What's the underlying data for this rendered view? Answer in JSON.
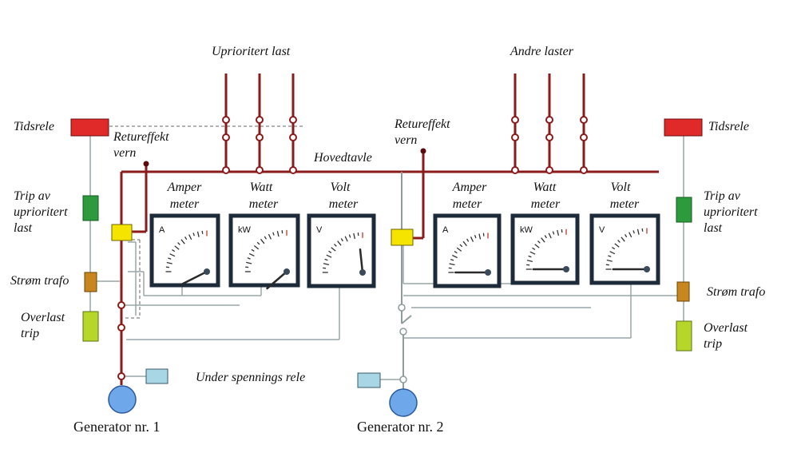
{
  "labels": {
    "uprioritert_last": "Uprioritert last",
    "andre_laster": "Andre laster",
    "hovedtavle": "Hovedtavle",
    "returffekt_vern_1_a": "Retureffekt",
    "returffekt_vern_1_b": "vern",
    "returffekt_vern_2_a": "Retureffekt",
    "returffekt_vern_2_b": "vern",
    "tidsrele_left": "Tidsrele",
    "tidsrele_right": "Tidsrele",
    "trip_left": "Trip av uprioritert last",
    "trip_right": "Trip av uprioritert last",
    "strom_trafo_left": "Strøm trafo",
    "strom_trafo_right": "Strøm trafo",
    "overlast_left": "Overlast trip",
    "overlast_right": "Overlast trip",
    "under_spennings_rele": "Under spennings rele",
    "generator_1": "Generator nr. 1",
    "generator_2": "Generator nr. 2"
  },
  "meters": [
    {
      "title_a": "Amper",
      "title_b": "meter",
      "unit": "A"
    },
    {
      "title_a": "Watt",
      "title_b": "meter",
      "unit": "kW"
    },
    {
      "title_a": "Volt",
      "title_b": "meter",
      "unit": "V"
    },
    {
      "title_a": "Amper",
      "title_b": "meter",
      "unit": "A"
    },
    {
      "title_a": "Watt",
      "title_b": "meter",
      "unit": "kW"
    },
    {
      "title_a": "Volt",
      "title_b": "meter",
      "unit": "V"
    }
  ],
  "colors": {
    "busbar": "#8b1a1a",
    "signal_wire": "#9aa6a6",
    "tidsrele": "#e02a2a",
    "trip": "#2e9a3e",
    "strom_trafo": "#c8861f",
    "overlast": "#b6d62a",
    "retureffekt": "#f5e400",
    "under_spennings": "#a9d6e5",
    "generator": "#6ea8ea"
  }
}
